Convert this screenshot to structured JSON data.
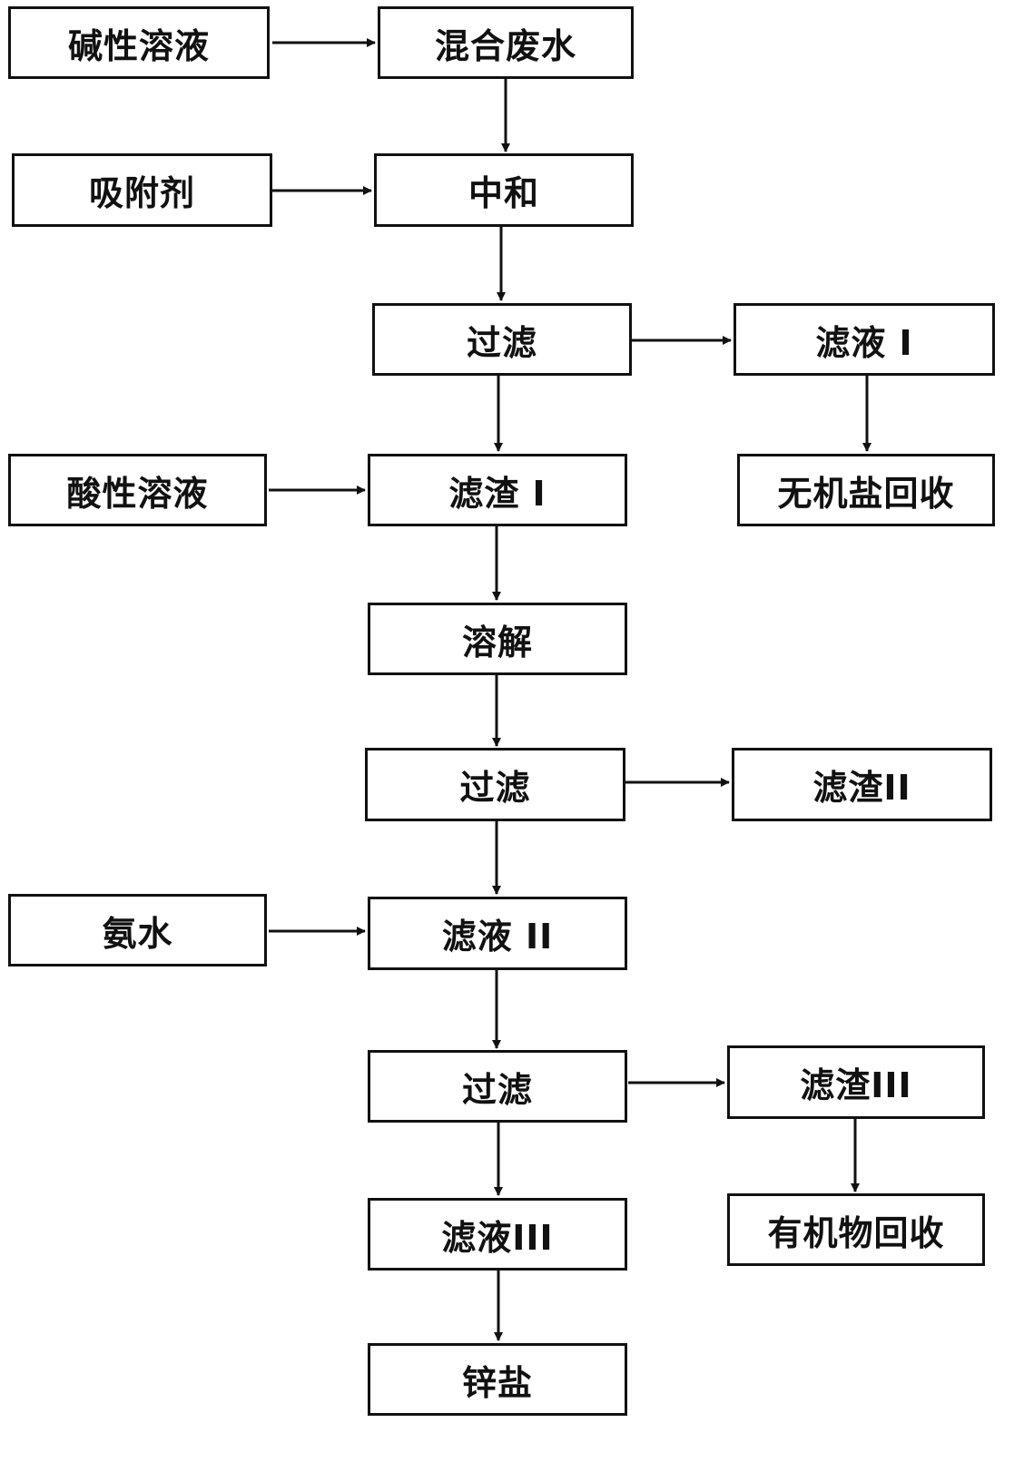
{
  "diagram": {
    "nodes": {
      "alkaline": "碱性溶液",
      "mixed_wastewater": "混合废水",
      "adsorbent": "吸附剂",
      "neutralize": "中和",
      "filter1": "过滤",
      "filtrate1": "滤液 I",
      "acidic": "酸性溶液",
      "residue1": "滤渣 I",
      "inorganic_recovery": "无机盐回收",
      "dissolve": "溶解",
      "filter2": "过滤",
      "residue2": "滤渣II",
      "ammonia": "氨水",
      "filtrate2": "滤液 II",
      "filter3": "过滤",
      "residue3": "滤渣III",
      "organic_recovery": "有机物回收",
      "filtrate3": "滤液III",
      "zinc_salt": "锌盐"
    },
    "edges": [
      [
        "alkaline",
        "mixed_wastewater"
      ],
      [
        "mixed_wastewater",
        "neutralize"
      ],
      [
        "adsorbent",
        "neutralize"
      ],
      [
        "neutralize",
        "filter1"
      ],
      [
        "filter1",
        "filtrate1"
      ],
      [
        "filtrate1",
        "inorganic_recovery"
      ],
      [
        "filter1",
        "residue1"
      ],
      [
        "acidic",
        "residue1"
      ],
      [
        "residue1",
        "dissolve"
      ],
      [
        "dissolve",
        "filter2"
      ],
      [
        "filter2",
        "residue2"
      ],
      [
        "filter2",
        "filtrate2"
      ],
      [
        "ammonia",
        "filtrate2"
      ],
      [
        "filtrate2",
        "filter3"
      ],
      [
        "filter3",
        "residue3"
      ],
      [
        "residue3",
        "organic_recovery"
      ],
      [
        "filter3",
        "filtrate3"
      ],
      [
        "filtrate3",
        "zinc_salt"
      ]
    ],
    "colors": {
      "line": "#111111",
      "box_border": "#111111",
      "background": "#ffffff"
    }
  }
}
